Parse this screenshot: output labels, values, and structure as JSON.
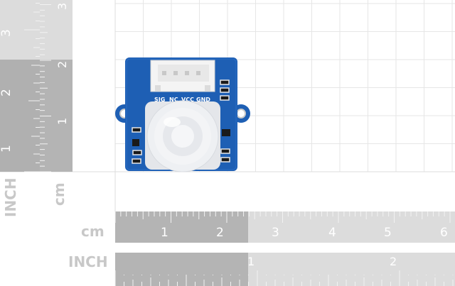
{
  "rulers": {
    "left_unit_inch": "INCH",
    "left_unit_cm": "cm",
    "bottom_unit_cm": "cm",
    "bottom_unit_inch": "INCH",
    "left_inch_numbers": [
      "3",
      "2",
      "1"
    ],
    "left_cm_numbers": [
      "1",
      "2",
      "3"
    ],
    "bottom_cm_numbers": [
      "1",
      "2",
      "3",
      "4",
      "5",
      "6"
    ],
    "bottom_inch_numbers": [
      "1",
      "2"
    ]
  },
  "board": {
    "pin_labels": [
      "SIG",
      "NC",
      "VCC",
      "GND"
    ]
  },
  "colors": {
    "pcb": "#1e5fb4",
    "ruler_dark": "#b4b4b4",
    "ruler_light": "#dedede",
    "grid": "#e6e6e6"
  }
}
